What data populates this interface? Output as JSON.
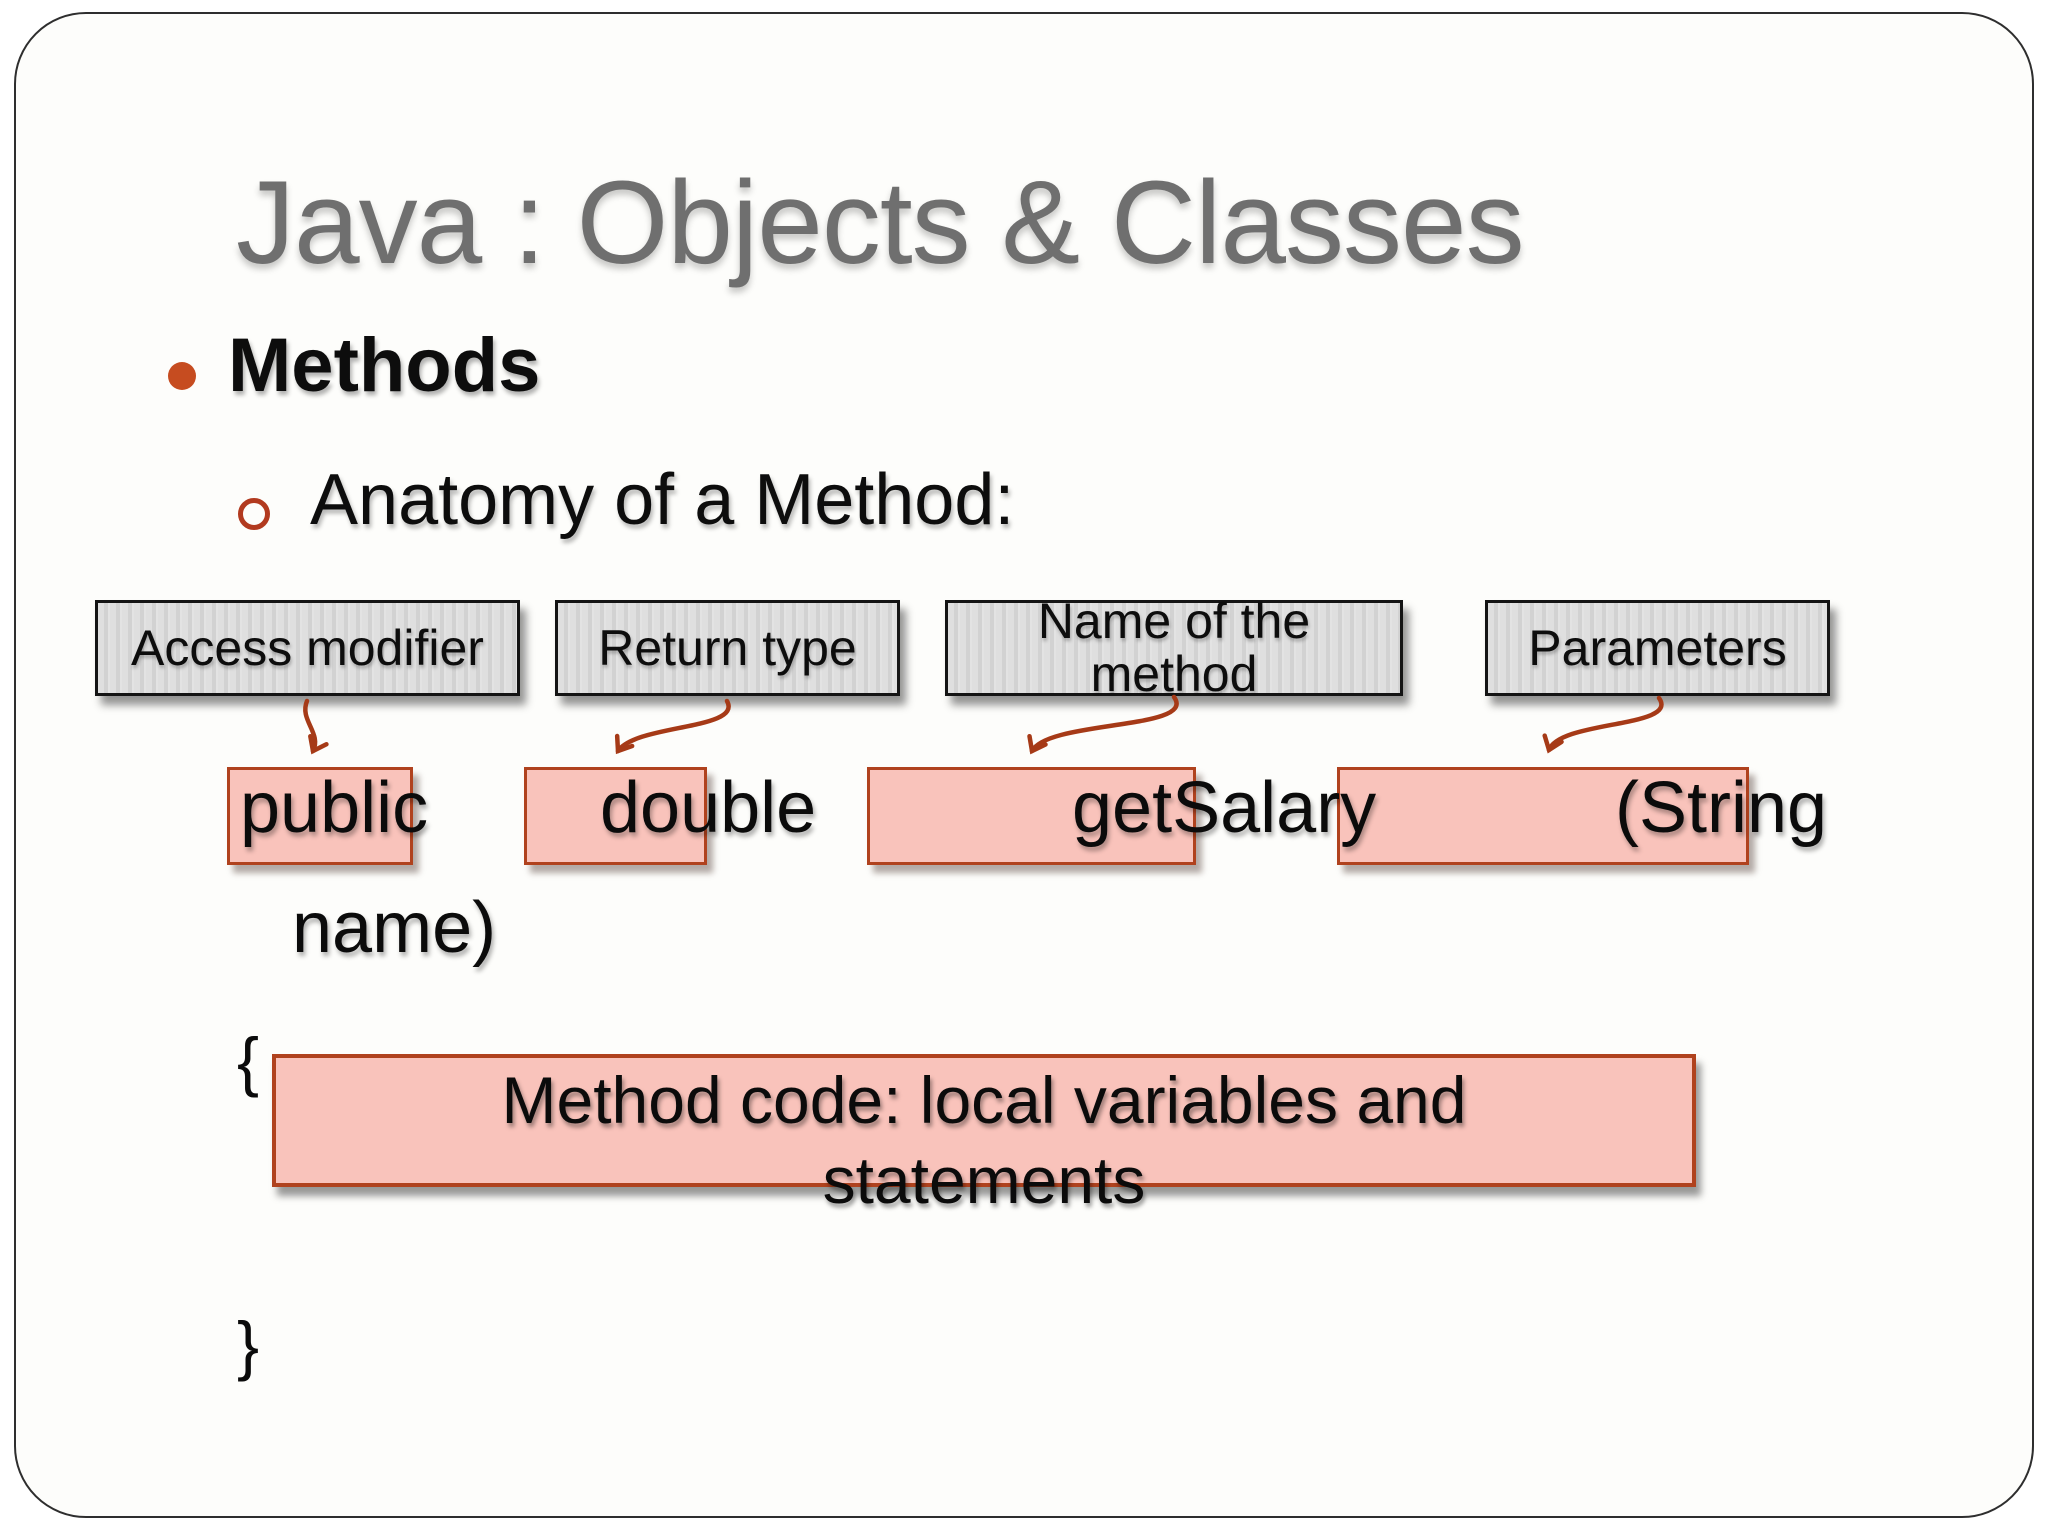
{
  "slide": {
    "title": "Java : Objects & Classes",
    "bullets": {
      "level1": "Methods",
      "level2": "Anatomy of a Method:"
    },
    "callouts": [
      {
        "label": "Access modifier"
      },
      {
        "label": "Return type"
      },
      {
        "label": "Name of the method"
      },
      {
        "label": "Parameters"
      }
    ],
    "code": {
      "tokens": [
        "public",
        "double",
        "getSalary",
        "(String"
      ],
      "continuation": "name)",
      "open_brace": "{",
      "close_brace": "}"
    },
    "method_body": "Method code: local variables and statements",
    "colors": {
      "title_gray": "#6F6F6F",
      "bullet_dot": "#C64C20",
      "bullet_ring": "#B23A1F",
      "arrow": "#A63A17",
      "highlight_fill": "#F9C3BB",
      "highlight_border": "#B0421E",
      "label_box_fill": "#DCDCDC",
      "label_box_border": "#141414"
    }
  }
}
